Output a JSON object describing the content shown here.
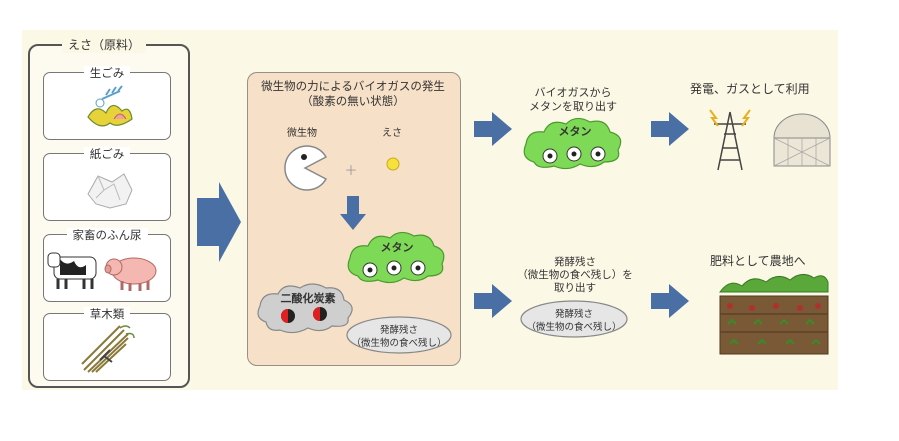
{
  "feed": {
    "title": "えさ（原料）",
    "items": [
      {
        "label": "生ごみ",
        "icon": "food-waste-icon"
      },
      {
        "label": "紙ごみ",
        "icon": "paper-waste-icon"
      },
      {
        "label": "家畜のふん尿",
        "icon": "livestock-icon"
      },
      {
        "label": "草木類",
        "icon": "grass-bundle-icon"
      }
    ]
  },
  "process": {
    "title_line1": "微生物の力によるバイオガスの発生",
    "title_line2": "（酸素の無い状態）",
    "microbe_label": "微生物",
    "feed_label": "えさ",
    "plus": "＋",
    "methane": "メタン",
    "co2": "二酸化炭素",
    "residue_line1": "発酵残さ",
    "residue_line2": "（微生物の食べ残し）"
  },
  "biogas": {
    "title_line1": "バイオガスから",
    "title_line2": "メタンを取り出す",
    "methane": "メタン"
  },
  "use": {
    "title": "発電、ガスとして利用"
  },
  "residue": {
    "title_line1": "発酵残さ",
    "title_line2": "（微生物の食べ残し）を",
    "title_line3": "取り出す",
    "cloud_line1": "発酵残さ",
    "cloud_line2": "（微生物の食べ残し）"
  },
  "fertilizer": {
    "title": "肥料として農地へ"
  },
  "colors": {
    "arrow": "#4a6fa5",
    "methane_cloud": "#7ed957",
    "co2_cloud": "#cfcfcf",
    "residue_cloud": "#e6e6e6",
    "process_bg": "#f7e0c8",
    "canvas_bg": "#fbf8e6"
  }
}
